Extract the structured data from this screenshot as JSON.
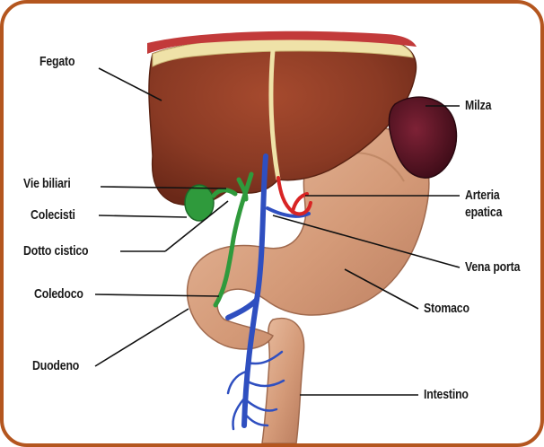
{
  "diagram": {
    "accent_color": "#b4561f",
    "labels": {
      "fegato": "Fegato",
      "vie_biliari": "Vie biliari",
      "colecisti": "Colecisti",
      "dotto_cistico": "Dotto cistico",
      "coledoco": "Coledoco",
      "duodeno": "Duodeno",
      "milza": "Milza",
      "arteria_line1": "Arteria",
      "arteria_line2": "epatica",
      "vena_porta": "Vena porta",
      "stomaco": "Stomaco",
      "intestino": "Intestino"
    },
    "colors": {
      "liver": "#8a3a24",
      "stomach": "#d9a484",
      "spleen": "#5a1424",
      "bile": "#2f9a3c",
      "vein": "#2f4fc0",
      "artery": "#d82424",
      "fat": "#efe2a8"
    }
  }
}
